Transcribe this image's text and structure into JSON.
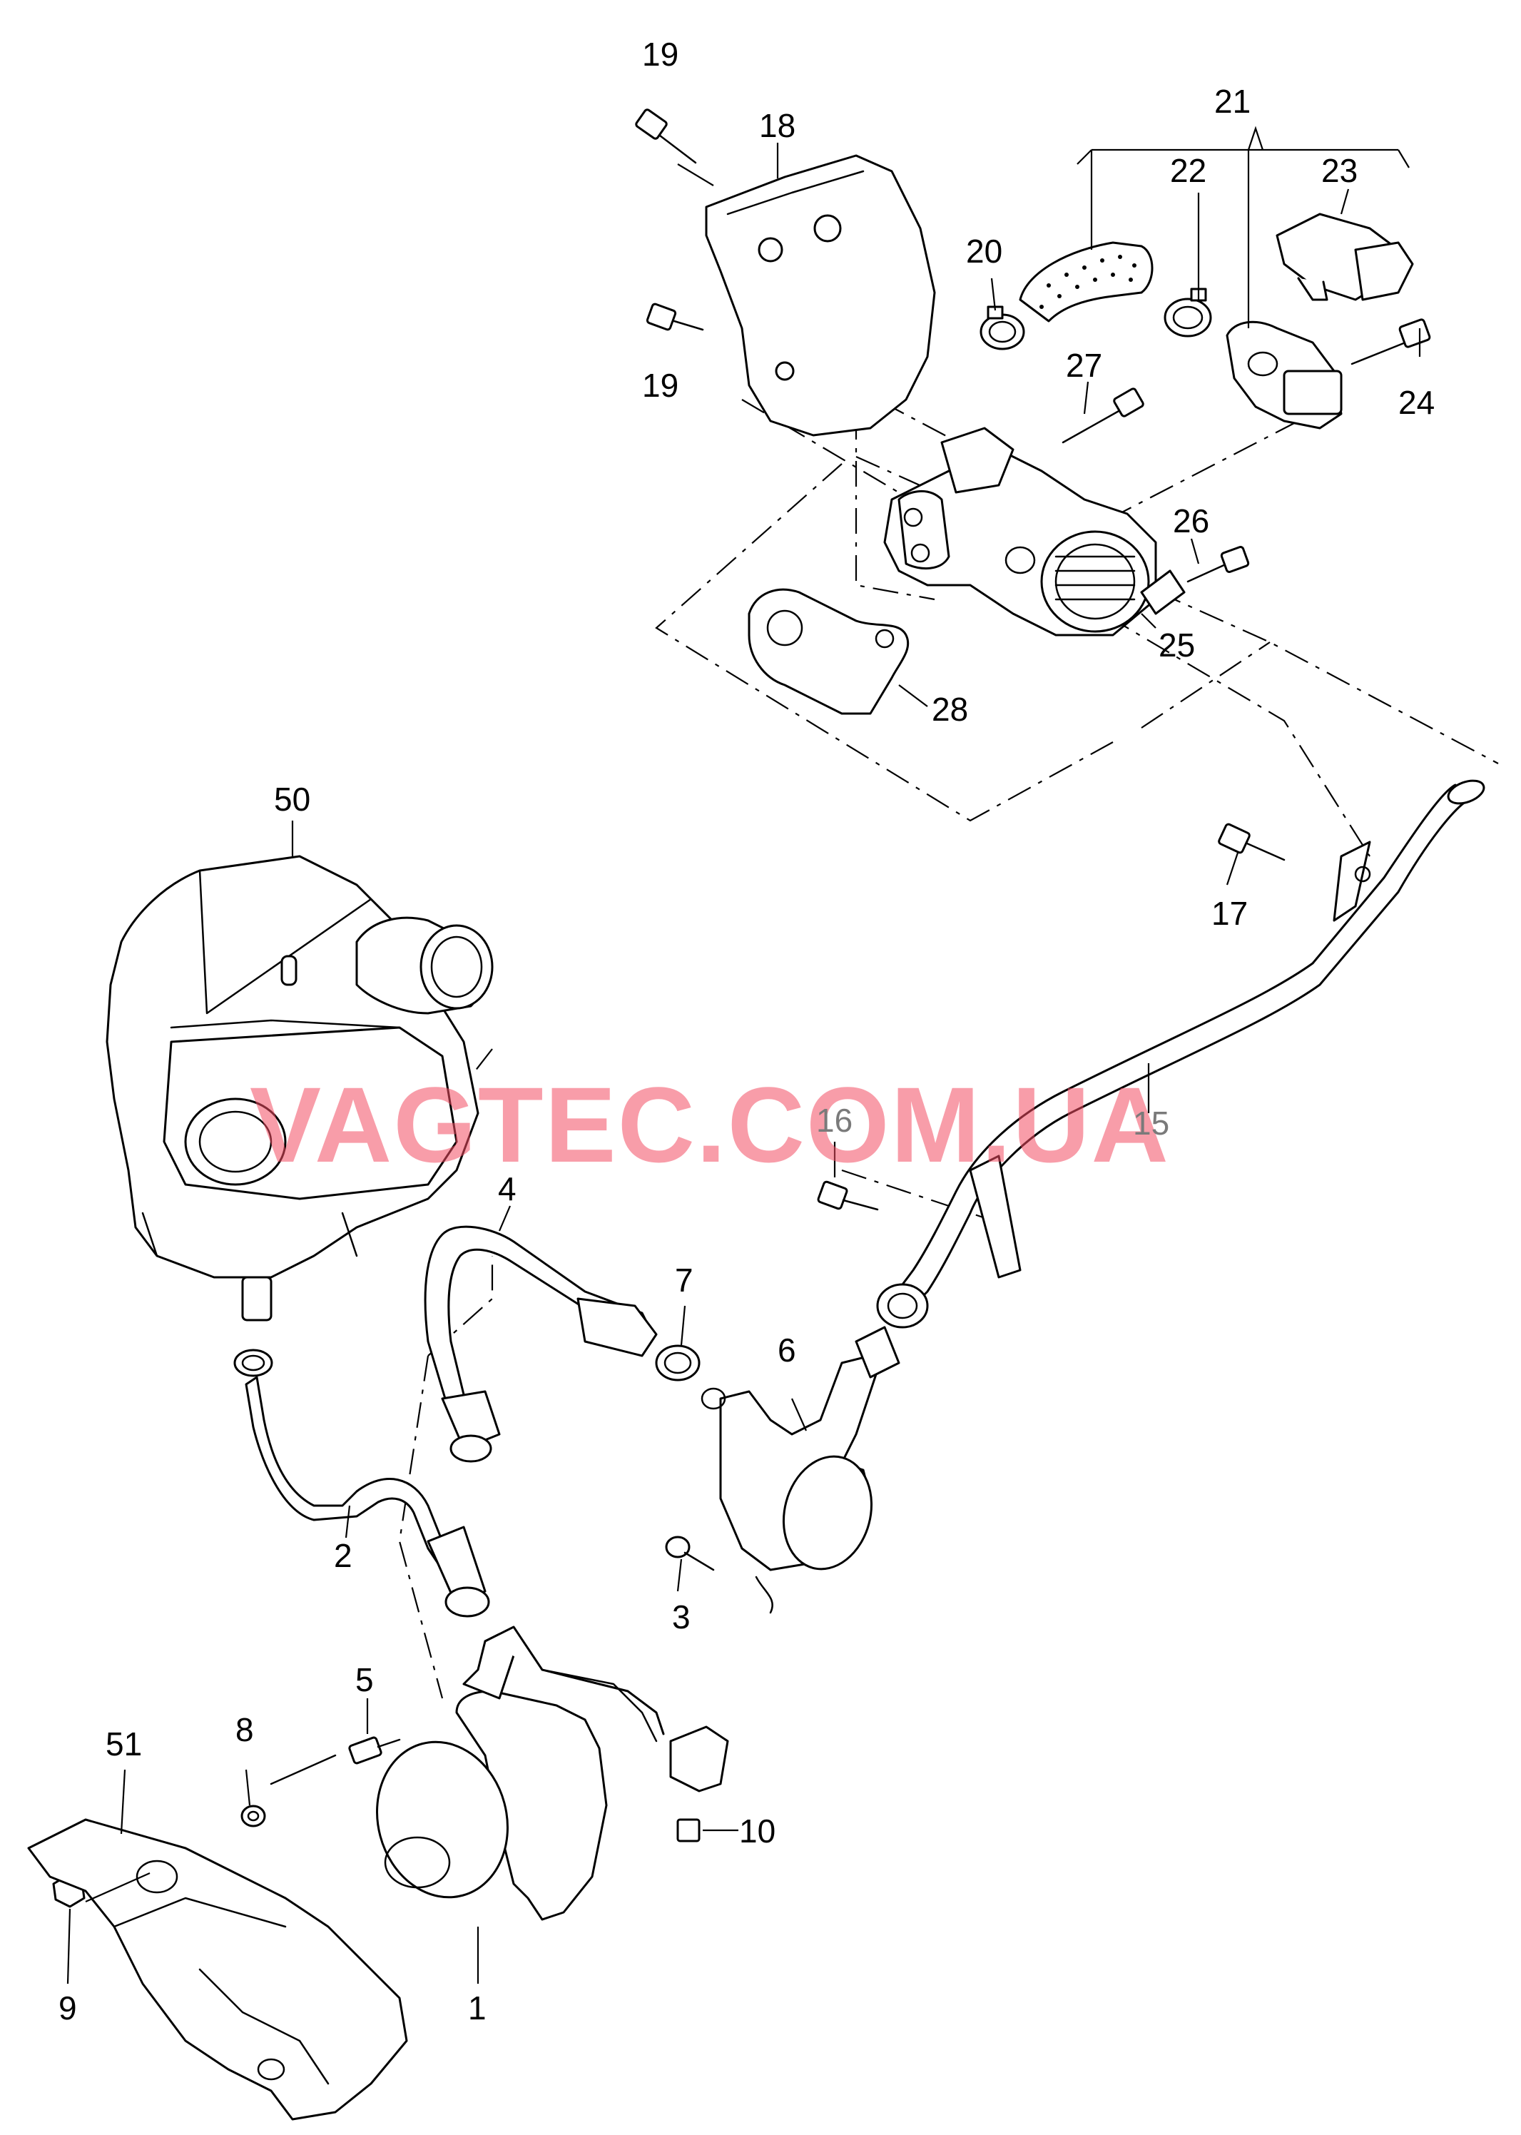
{
  "watermark": "VAGTEC.COM.UA",
  "colors": {
    "watermark": "#f24d63",
    "line": "#000000",
    "background": "#ffffff"
  },
  "callouts": {
    "c1": "1",
    "c2": "2",
    "c3": "3",
    "c4": "4",
    "c5": "5",
    "c6": "6",
    "c7": "7",
    "c8": "8",
    "c9": "9",
    "c10": "10",
    "c15": "15",
    "c16": "16",
    "c17": "17",
    "c18": "18",
    "c19a": "19",
    "c19b": "19",
    "c20": "20",
    "c21": "21",
    "c22": "22",
    "c23": "23",
    "c24": "24",
    "c25": "25",
    "c26": "26",
    "c27": "27",
    "c28": "28",
    "c50": "50",
    "c51": "51"
  }
}
